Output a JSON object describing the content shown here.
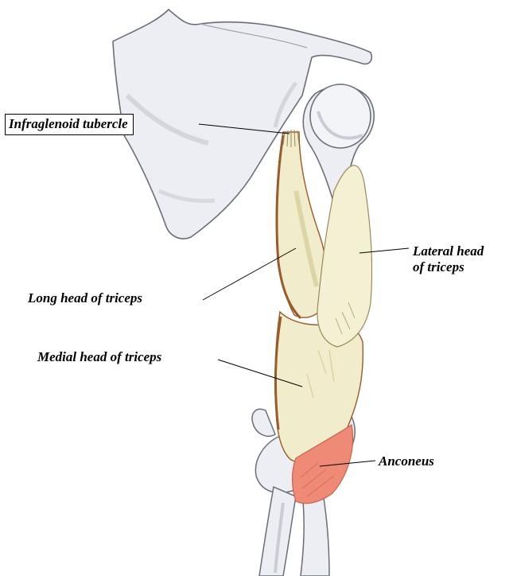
{
  "figure": {
    "subject": "Posterior view of right upper arm: scapula, humerus and triceps muscle",
    "colors": {
      "bone": "#eceef3",
      "bone_outline": "#6a6e78",
      "bone_shadow": "#c9ccd6",
      "muscle": "#f1eccb",
      "muscle_shade": "#d8cf9f",
      "muscle_border": "#9a5a2a",
      "anconeus": "#ee8a75",
      "leader_line": "#000000"
    }
  },
  "labels": {
    "infraglenoid": "Infraglenoid tubercle",
    "lateral_line1": "Lateral head",
    "lateral_line2": "of triceps",
    "long_head": "Long head of triceps",
    "medial_head": "Medial head of triceps",
    "anconeus": "Anconeus"
  }
}
